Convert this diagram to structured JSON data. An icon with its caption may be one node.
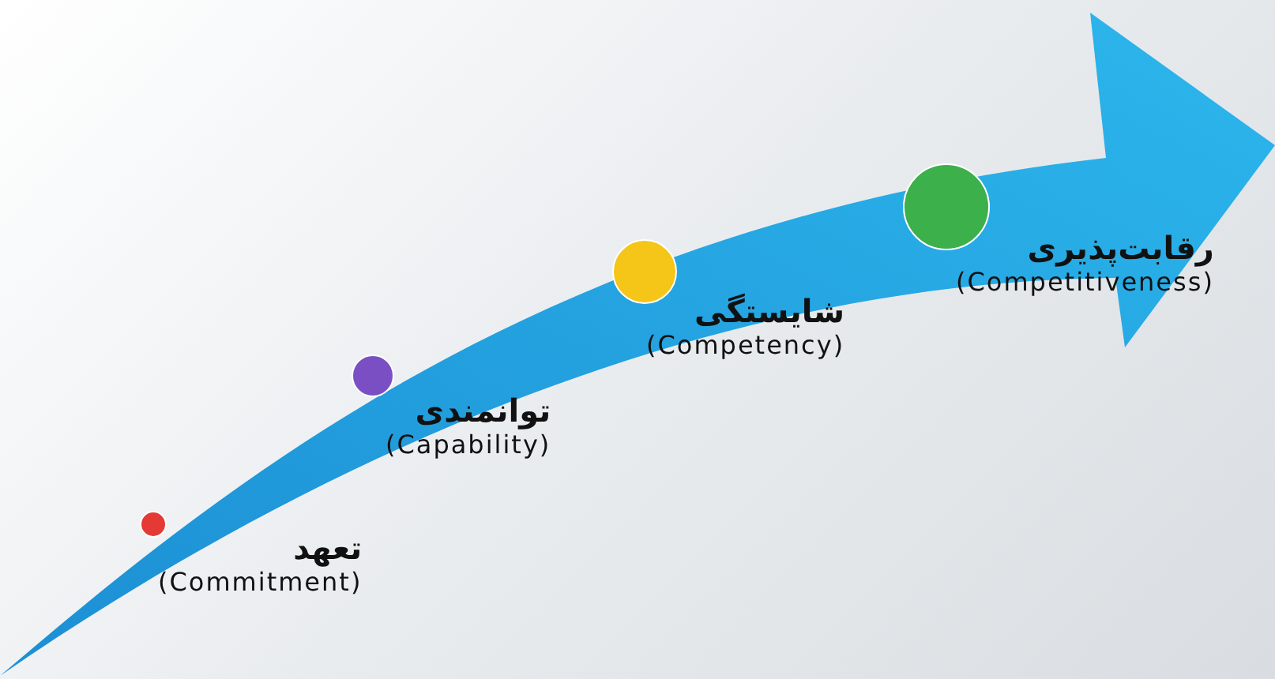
{
  "diagram": {
    "nodes": [
      {
        "text": [
          "تعهد",
          "(Commitment)"
        ]
      },
      {
        "text": [
          "توانمندی",
          "(Capability)"
        ]
      },
      {
        "text": [
          "شایستگی",
          "(Competency)"
        ]
      },
      {
        "text": [
          "رقابت‌پذیری",
          "(Competitiveness)"
        ]
      }
    ]
  }
}
